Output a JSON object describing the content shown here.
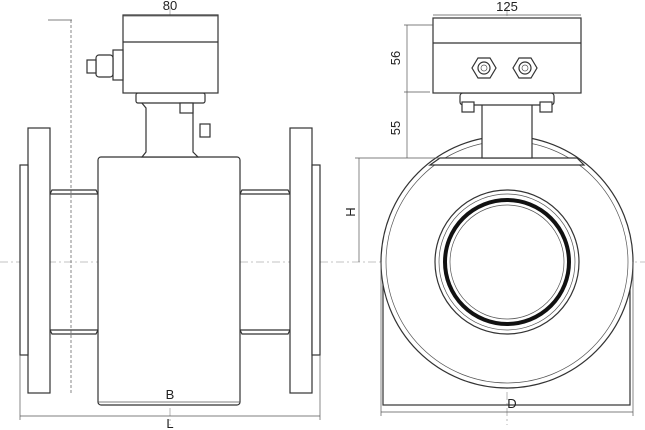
{
  "drawing": {
    "title": "Electromagnetic flowmeter dimensions",
    "dimensions": {
      "side_box_width": "80",
      "front_box_width": "125",
      "box_height": "56",
      "neck_height": "55",
      "body_length": "B",
      "overall_length": "L",
      "height": "H",
      "diameter": "D"
    }
  }
}
